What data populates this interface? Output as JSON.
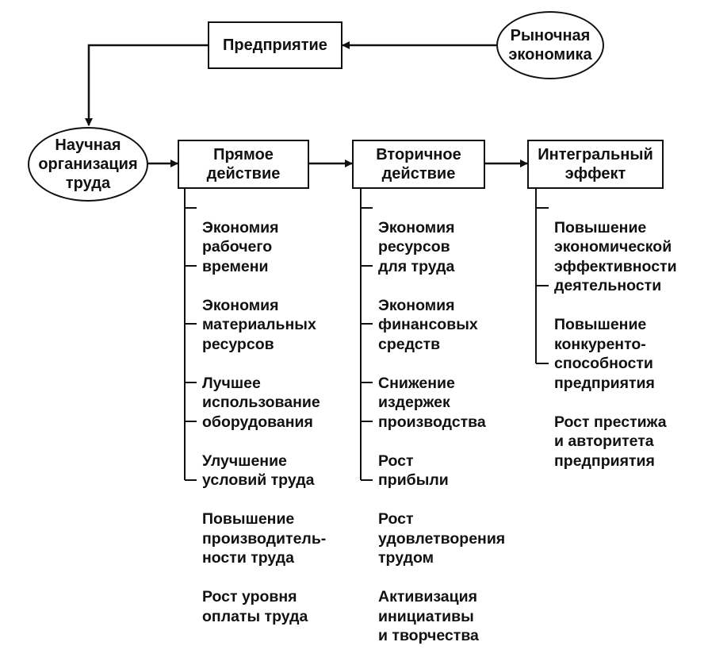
{
  "diagram": {
    "enterprise": "Предприятие",
    "market_economy": "Рыночная\nэкономика",
    "scientific_organization": "Научная\nорганизация\nтруда",
    "direct_action": "Прямое\nдействие",
    "secondary_action": "Вторичное\nдействие",
    "integral_effect": "Интегральный\nэффект"
  },
  "direct_items": [
    "Экономия\nрабочего\nвремени",
    "Экономия\nматериальных\nресурсов",
    "Лучшее\nиспользование\nоборудования",
    "Улучшение\nусловий труда",
    "Повышение\nпроизводитель-\nности труда",
    "Рост уровня\nоплаты труда"
  ],
  "secondary_items": [
    "Экономия\nресурсов\nдля труда",
    "Экономия\nфинансовых\nсредств",
    "Снижение\nиздержек\nпроизводства",
    "Рост\nприбыли",
    "Рост\nудовлетворения\nтрудом",
    "Активизация\nинициативы\nи творчества"
  ],
  "integral_items": [
    "Повышение\nэкономической\nэффективности\nдеятельности",
    "Повышение\nконкуренто-\nспособности\nпредприятия",
    "Рост престижа\nи авторитета\nпредприятия"
  ]
}
